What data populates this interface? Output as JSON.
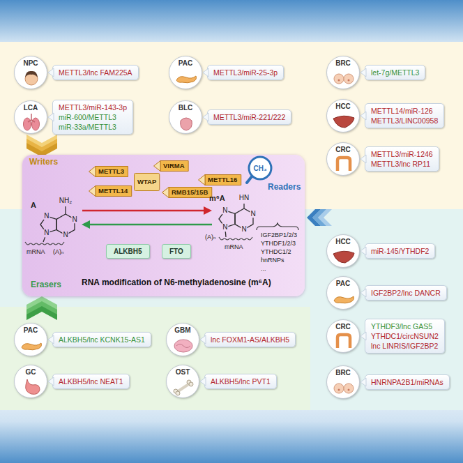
{
  "diagram": {
    "nodes": [
      {
        "text": [
          "NPC"
        ]
      },
      {
        "text": [
          "METTL3/lnc FAM225A"
        ]
      },
      {
        "text": [
          "LCA"
        ]
      },
      {
        "text": [
          "METTL3/miR-143-3p",
          "miR-600/METTL3",
          "miR-33a/METTL3"
        ]
      },
      {
        "text": [
          "PAC"
        ]
      },
      {
        "text": [
          "METTL3/miR-25-3p"
        ]
      },
      {
        "text": [
          "BLC"
        ]
      },
      {
        "text": [
          "METTL3/miR-221/222"
        ]
      },
      {
        "text": [
          "BRC"
        ]
      },
      {
        "text": [
          "let-7g/METTL3"
        ]
      },
      {
        "text": [
          "HCC"
        ]
      },
      {
        "text": [
          "METTL14/miR-126",
          "METTL3/LINC00958"
        ]
      },
      {
        "text": [
          "CRC"
        ]
      },
      {
        "text": [
          "METTL3/miR-1246",
          "METTL3/lnc RP11"
        ]
      },
      {
        "text": [
          "RNA modification of N6-methyladenosine (m⁶A)"
        ]
      },
      {
        "text": [
          "METTL3"
        ],
        "in": 14
      },
      {
        "text": [
          "METTL14"
        ],
        "in": 14
      },
      {
        "text": [
          "WTAP"
        ],
        "in": 14
      },
      {
        "text": [
          "VIRMA"
        ],
        "in": 14
      },
      {
        "text": [
          "RMB15/15B"
        ],
        "in": 14
      },
      {
        "text": [
          "METTL16"
        ],
        "in": 14
      },
      {
        "text": [
          "ALKBH5"
        ],
        "in": 14
      },
      {
        "text": [
          "FTO"
        ],
        "in": 14
      },
      {
        "text": [
          "CH₃"
        ],
        "in": 14
      },
      {
        "text": [
          "HCC"
        ]
      },
      {
        "text": [
          "miR-145/YTHDF2"
        ]
      },
      {
        "text": [
          "PAC"
        ]
      },
      {
        "text": [
          "IGF2BP2/lnc DANCR"
        ]
      },
      {
        "text": [
          "CRC"
        ]
      },
      {
        "text": [
          "YTHDF3/lnc GAS5",
          "YTHDC1/circNSUN2",
          "lnc LINRIS/IGF2BP2"
        ]
      },
      {
        "text": [
          "BRC"
        ]
      },
      {
        "text": [
          "HNRNPA2B1/miRNAs"
        ]
      },
      {
        "text": [
          "PAC"
        ]
      },
      {
        "text": [
          "ALKBH5/lnc KCNK15-AS1"
        ]
      },
      {
        "text": [
          "GBM"
        ]
      },
      {
        "text": [
          "lnc FOXM1-AS/ALKBH5"
        ]
      },
      {
        "text": [
          "GC"
        ]
      },
      {
        "text": [
          "ALKBH5/lnc NEAT1"
        ]
      },
      {
        "text": [
          "OST"
        ]
      },
      {
        "text": [
          "ALKBH5/lnc PVT1"
        ]
      }
    ],
    "labels": [
      "Writers",
      "Readers",
      "Erasers",
      "A",
      "NH₂",
      "N",
      "N",
      "N",
      "N",
      "mRNA",
      "(A)ₙ",
      "m⁶A",
      "HN",
      "N",
      "N",
      "N",
      "N",
      "mRNA",
      "(A)ₙ",
      "IGF2BP1/2/3",
      "YTHDF1/2/3",
      "YTHDC1/2",
      "hnRNPs",
      "..."
    ]
  }
}
